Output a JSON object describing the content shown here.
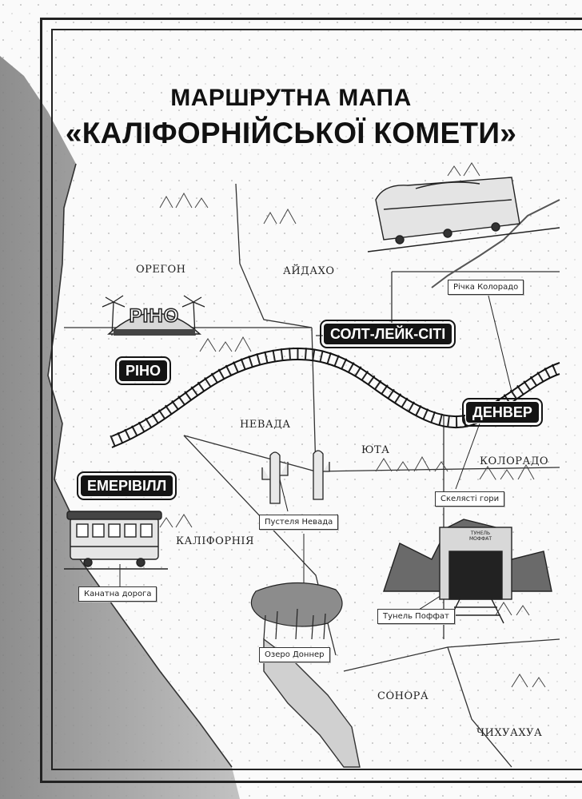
{
  "title": {
    "line1": "МАРШРУТНА МАПА",
    "line2": "«КАЛІФОРНІЙСЬКОЇ КОМЕТИ»"
  },
  "regions": [
    {
      "id": "oregon",
      "label": "ОРЕГОН"
    },
    {
      "id": "idaho",
      "label": "АЙДАХО"
    },
    {
      "id": "nevada",
      "label": "НЕВАДА"
    },
    {
      "id": "utah",
      "label": "ЮТА"
    },
    {
      "id": "colorado",
      "label": "КОЛОРАДО"
    },
    {
      "id": "california",
      "label": "КАЛІФОРНІЯ"
    },
    {
      "id": "sonora",
      "label": "СОНОРА"
    },
    {
      "id": "chihuahua",
      "label": "ЧИХУАХУА"
    }
  ],
  "cities": [
    {
      "id": "salt-lake-city",
      "label": "СОЛТ-ЛЕЙК-СІТІ"
    },
    {
      "id": "reno",
      "label": "РІНО"
    },
    {
      "id": "denver",
      "label": "ДЕНВЕР"
    },
    {
      "id": "emeryville",
      "label": "ЕМЕРІВІЛЛ"
    }
  ],
  "landmarks": [
    {
      "id": "colorado-river",
      "label": "Річка Колорадо"
    },
    {
      "id": "rocky-mountains",
      "label": "Скелясті гори"
    },
    {
      "id": "nevada-desert",
      "label": "Пустеля Невада"
    },
    {
      "id": "cable-car",
      "label": "Канатна дорога"
    },
    {
      "id": "moffat-tunnel",
      "label": "Тунель Поффат"
    },
    {
      "id": "donner-lake",
      "label": "Озеро Доннер"
    }
  ],
  "illustrations": {
    "reno_sign": "РІНО",
    "tunnel_sign_line1": "ТУНЕЛЬ",
    "tunnel_sign_line2": "МОФФАТ"
  },
  "colors": {
    "ocean": "#8a8a8a",
    "ink": "#141414",
    "paper": "#fafafa"
  }
}
